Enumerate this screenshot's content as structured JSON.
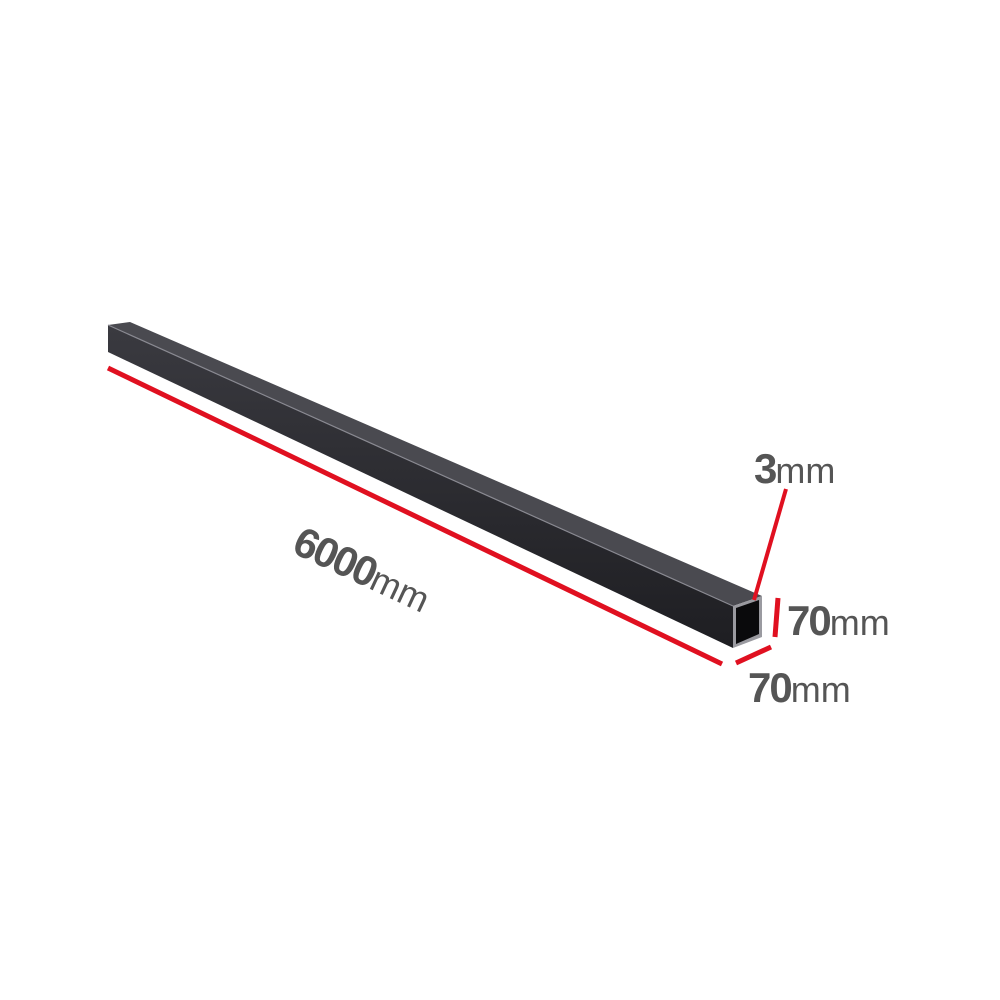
{
  "colors": {
    "dimension_line": "#e01020",
    "label_text": "#555555",
    "tube": "#2a2a2e"
  },
  "dimensions": {
    "length": {
      "value": "6000",
      "unit": "mm"
    },
    "thickness": {
      "value": "3",
      "unit": "mm"
    },
    "height": {
      "value": "70",
      "unit": "mm"
    },
    "width": {
      "value": "70",
      "unit": "mm"
    }
  }
}
